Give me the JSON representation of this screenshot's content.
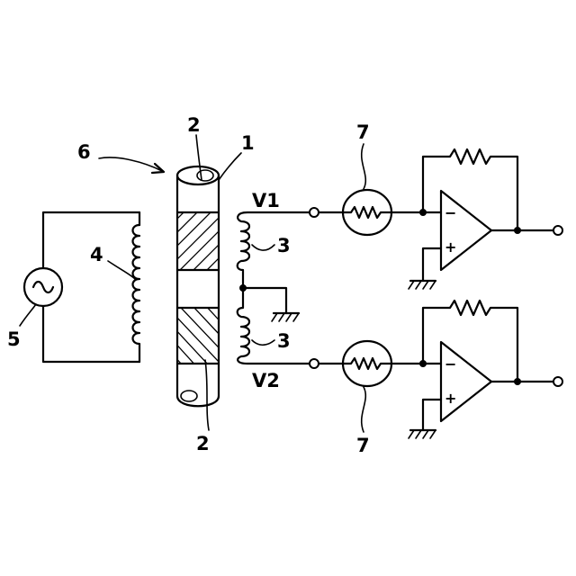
{
  "labels": {
    "six": "6",
    "two_top": "2",
    "one": "1",
    "v1": "V1",
    "three_top": "3",
    "three_bottom": "3",
    "four": "4",
    "five": "5",
    "v2": "V2",
    "two_bottom": "2",
    "seven_top": "7",
    "seven_bottom": "7"
  },
  "opamp_signs": {
    "minus": "−",
    "plus": "+"
  }
}
